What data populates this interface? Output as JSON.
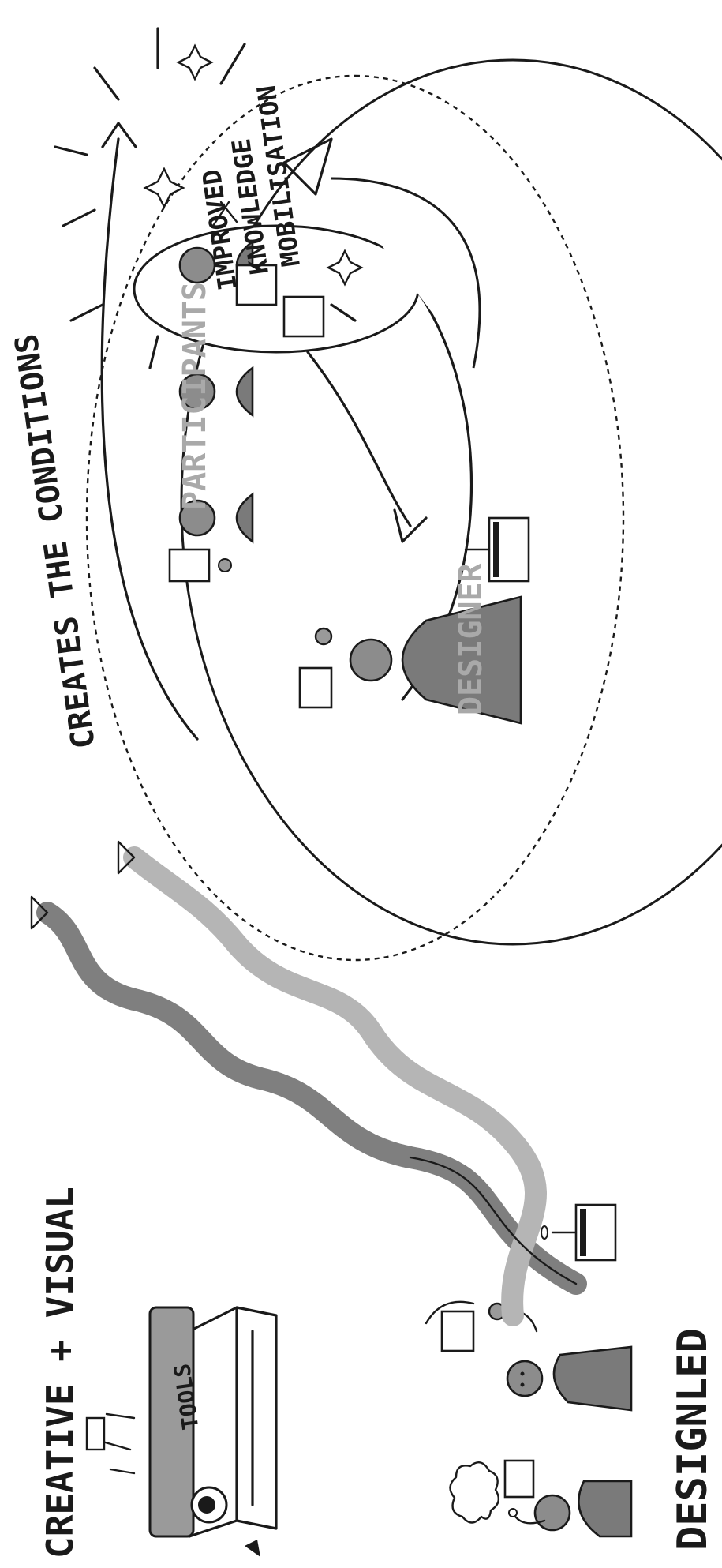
{
  "labels": {
    "creative_visual": "CREATIVE + VISUAL",
    "tools": "TOOLS",
    "design_led": "DESIGNLED",
    "creates_conditions": "CREATES THE CONDITIONS",
    "participants": "PARTICIPANTS",
    "designer": "DESIGNER",
    "outcome_line1": "IMPROVED",
    "outcome_line2": "KNOWLEDGE",
    "outcome_line3": "MOBILISATION"
  },
  "colors": {
    "ink": "#1a1a1a",
    "grey_text": "#a9a9a9",
    "helix_light": "#b5b5b5",
    "helix_dark": "#7f7f7f",
    "figure_grey": "#8c8c8c"
  }
}
